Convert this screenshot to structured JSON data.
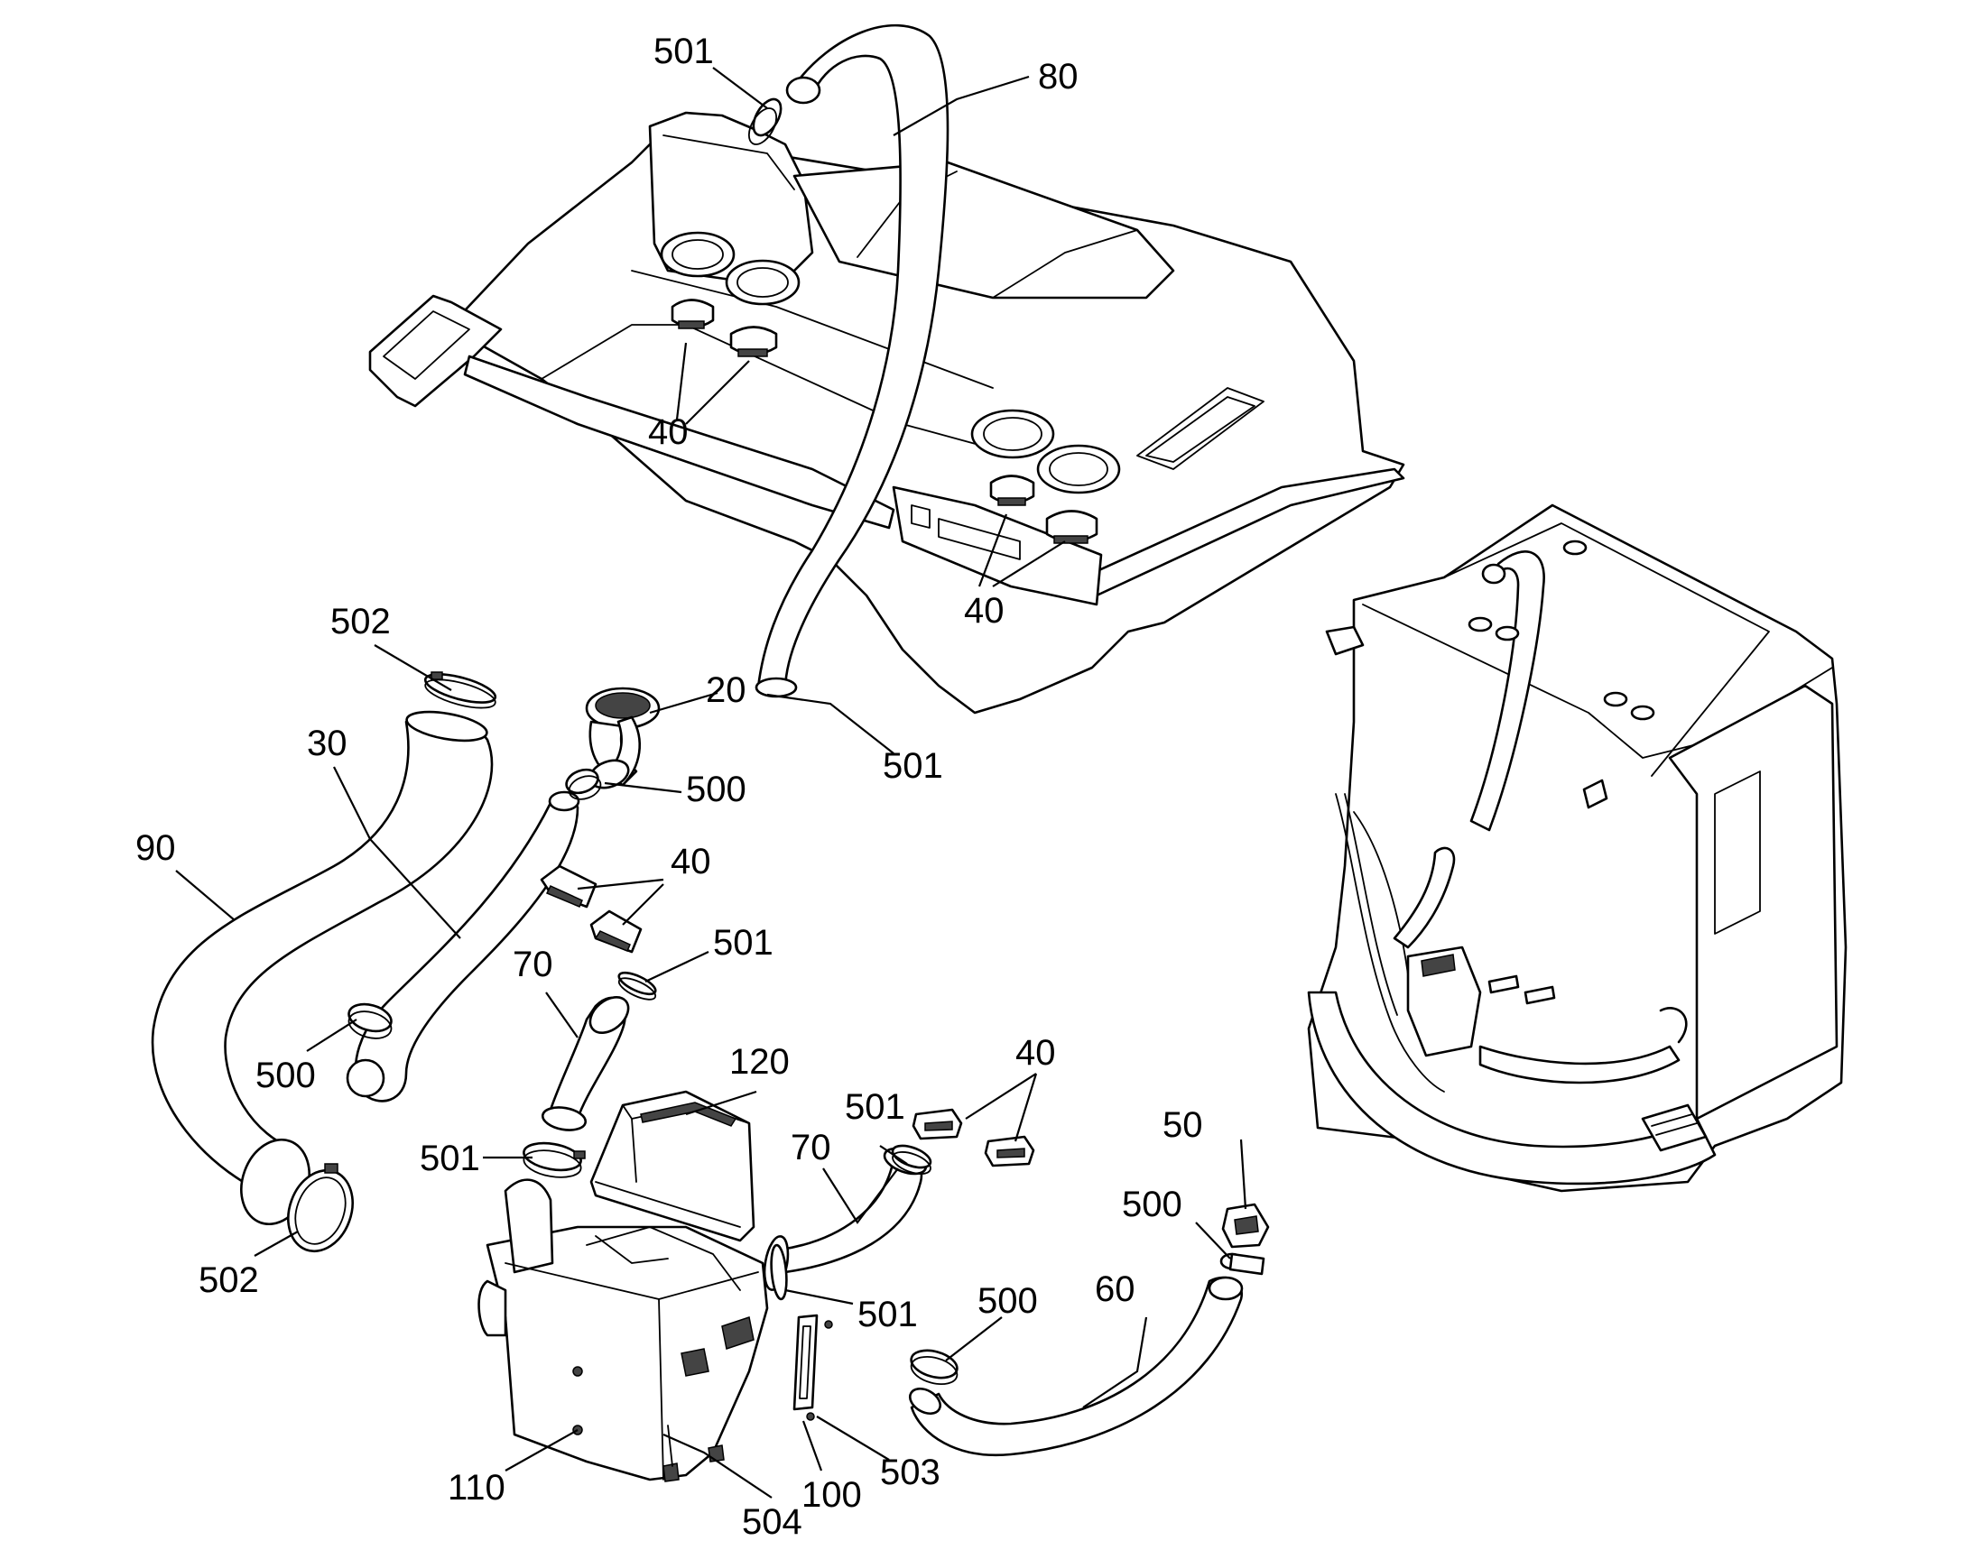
{
  "labels": {
    "l501_top": "501",
    "l80": "80",
    "l40_top_left": "40",
    "l40_top_right": "40",
    "l20": "20",
    "l501_mid": "501",
    "l502_top": "502",
    "l30": "30",
    "l500_top": "500",
    "l90": "90",
    "l40_mid": "40",
    "l501_right_mid": "501",
    "l70_left": "70",
    "l500_left": "500",
    "l120": "120",
    "l40_low": "40",
    "l501_low_a": "501",
    "l70_right": "70",
    "l50": "50",
    "l501_left_low": "501",
    "l500_right": "500",
    "l502_bottom": "502",
    "l501_low_b": "501",
    "l500_low": "500",
    "l60": "60",
    "l110": "110",
    "l504": "504",
    "l100": "100",
    "l503": "503"
  }
}
